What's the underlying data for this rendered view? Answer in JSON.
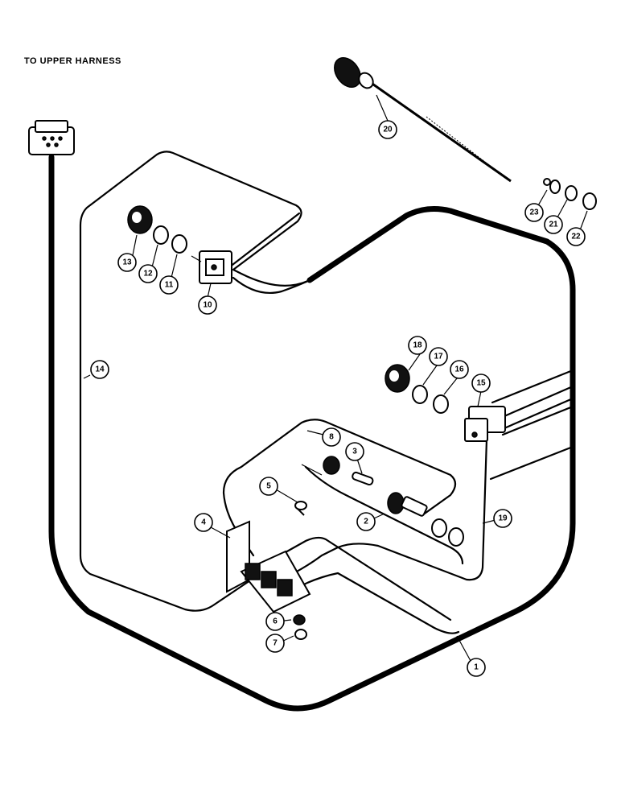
{
  "header": {
    "label": "TO UPPER HARNESS"
  },
  "callouts": {
    "c1": "1",
    "c2": "2",
    "c3": "3",
    "c4": "4",
    "c5": "5",
    "c6": "6",
    "c7": "7",
    "c8": "8",
    "c10": "10",
    "c11": "11",
    "c12": "12",
    "c13": "13",
    "c14": "14",
    "c15": "15",
    "c16": "16",
    "c17": "17",
    "c18": "18",
    "c19": "19",
    "c20": "20",
    "c21": "21",
    "c22": "22",
    "c23": "23"
  }
}
